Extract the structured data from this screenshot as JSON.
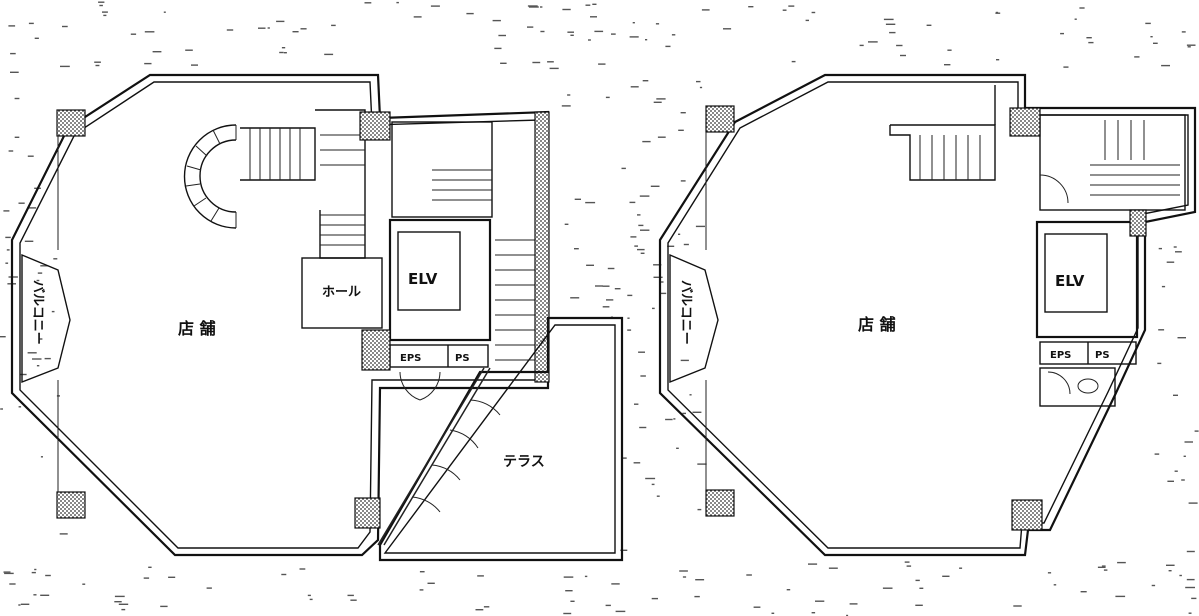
{
  "plans": [
    {
      "labels": {
        "balcony": "バルコニー",
        "shop": "店 舗",
        "hall": "ホール",
        "elevator": "ELV",
        "eps": "EPS",
        "ps": "PS",
        "terrace": "テラス"
      }
    },
    {
      "labels": {
        "balcony": "バルコニー",
        "shop": "店 舗",
        "elevator": "ELV",
        "eps": "EPS",
        "ps": "PS"
      }
    }
  ]
}
